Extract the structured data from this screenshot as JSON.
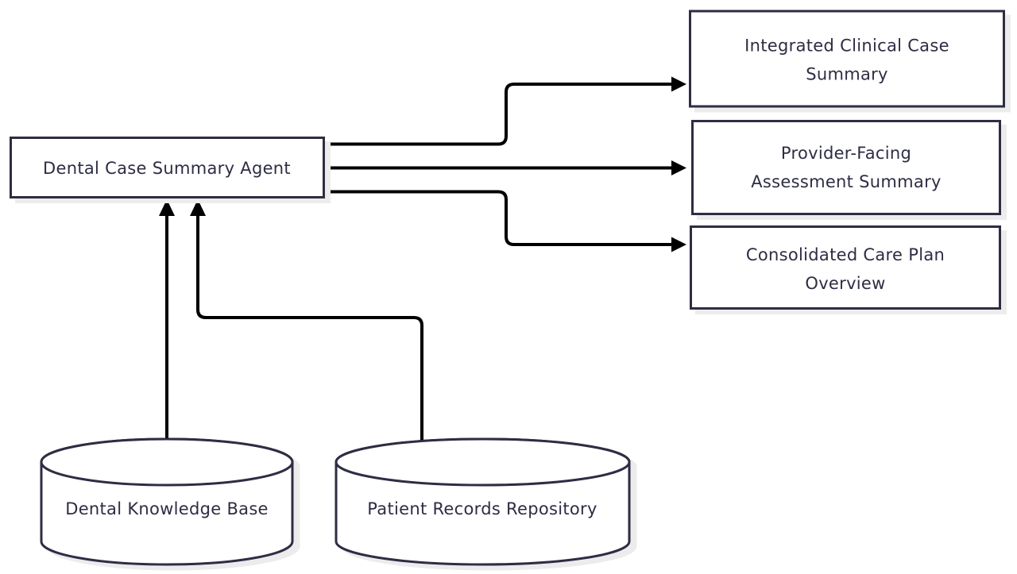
{
  "diagram": {
    "colors": {
      "node_border": "#2d2d44",
      "node_fill": "#ffffff",
      "text": "#2d2d44",
      "edge_line": "#000000",
      "shadow": "#ececec",
      "background": "#ffffff"
    },
    "nodes": {
      "agent": {
        "shape": "rectangle",
        "label": "Dental Case Summary Agent"
      },
      "integrated_summary": {
        "shape": "rectangle",
        "lines": [
          "Integrated Clinical Case",
          "Summary"
        ]
      },
      "provider_summary": {
        "shape": "rectangle",
        "lines": [
          "Provider-Facing",
          "Assessment Summary"
        ]
      },
      "care_plan": {
        "shape": "rectangle",
        "lines": [
          "Consolidated Care Plan",
          "Overview"
        ]
      },
      "knowledge_base": {
        "shape": "cylinder",
        "label": "Dental Knowledge Base"
      },
      "patient_records": {
        "shape": "cylinder",
        "label": "Patient Records Repository"
      }
    },
    "edges": [
      {
        "from": "agent",
        "to": "integrated_summary",
        "style": "arrow"
      },
      {
        "from": "agent",
        "to": "provider_summary",
        "style": "arrow"
      },
      {
        "from": "agent",
        "to": "care_plan",
        "style": "arrow"
      },
      {
        "from": "knowledge_base",
        "to": "agent",
        "style": "arrow"
      },
      {
        "from": "patient_records",
        "to": "agent",
        "style": "arrow"
      }
    ]
  }
}
